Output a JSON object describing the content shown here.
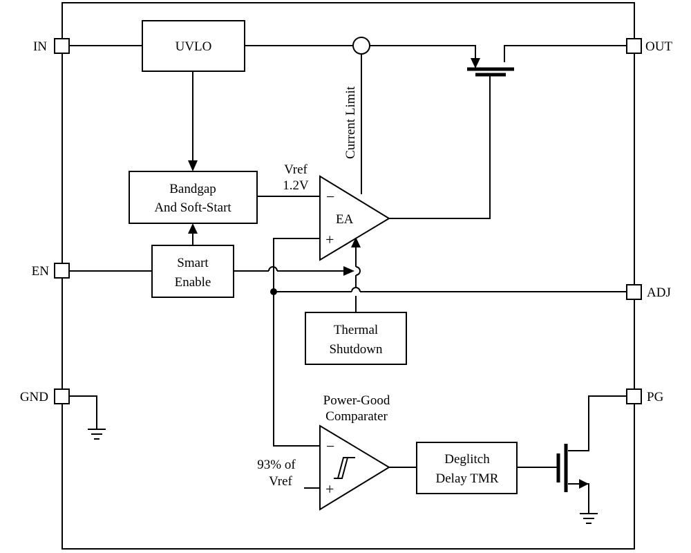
{
  "pins": {
    "in": "IN",
    "out": "OUT",
    "en": "EN",
    "adj": "ADJ",
    "gnd": "GND",
    "pg": "PG"
  },
  "blocks": {
    "uvlo": "UVLO",
    "bandgap_line1": "Bandgap",
    "bandgap_line2": "And Soft-Start",
    "smart_line1": "Smart",
    "smart_line2": "Enable",
    "thermal_line1": "Thermal",
    "thermal_line2": "Shutdown",
    "deglitch_line1": "Deglitch",
    "deglitch_line2": "Delay TMR"
  },
  "labels": {
    "vref_line1": "Vref",
    "vref_line2": "1.2V",
    "current_limit": "Current Limit",
    "ea": "EA",
    "pg_comp_line1": "Power-Good",
    "pg_comp_line2": "Comparater",
    "ref93_line1": "93% of",
    "ref93_line2": "Vref",
    "minus": "−",
    "plus": "+"
  }
}
